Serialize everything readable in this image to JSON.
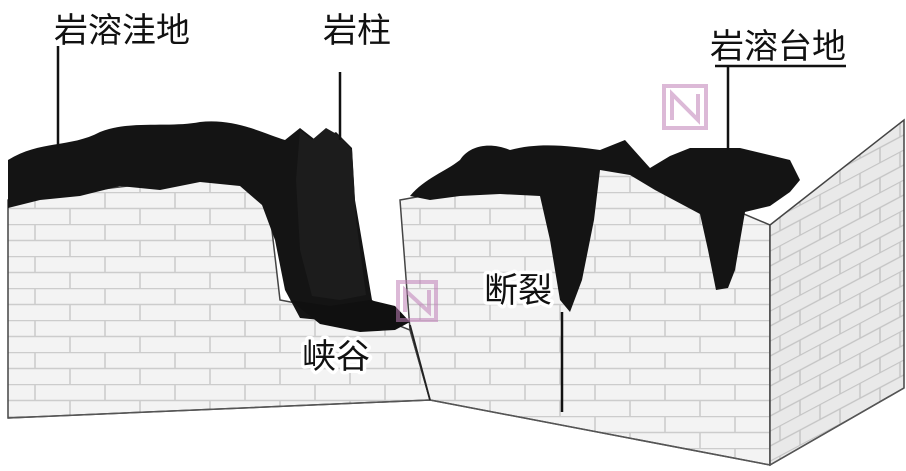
{
  "labels": {
    "karst_depression": "岩溶洼地",
    "stone_pillar": "岩柱",
    "karst_platform": "岩溶台地",
    "fault": "断裂",
    "gorge": "峡谷"
  },
  "colors": {
    "rock_face": "#f2f2f2",
    "brick_line": "#cfcfcf",
    "soil_cover": "#141414",
    "side_face": "#e6e6e6",
    "watermark": "#c080b8"
  }
}
